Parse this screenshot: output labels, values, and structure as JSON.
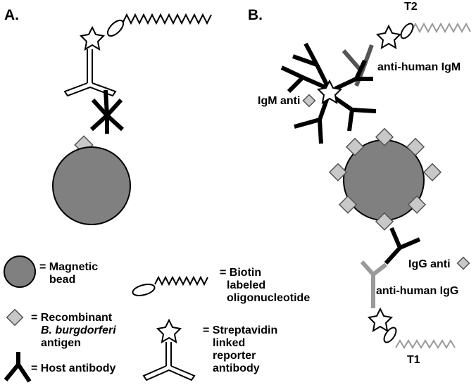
{
  "panels": {
    "a": "A.",
    "b": "B."
  },
  "labels": {
    "t2": "T2",
    "t1": "T1",
    "anti_human_igm": "anti-human IgM",
    "igm_anti": "IgM anti",
    "igg_anti": "IgG anti",
    "anti_human_igg": "anti-human IgG"
  },
  "legend": {
    "magnetic_bead": [
      "= Magnetic",
      "bead"
    ],
    "antigen": [
      "= Recombinant",
      "B. burgdorferi",
      "antigen"
    ],
    "host_antibody": "= Host antibody",
    "biotin": [
      "= Biotin",
      "labeled",
      "oligonucleotide"
    ],
    "streptavidin": [
      "= Streptavidin",
      "linked",
      "reporter",
      "antibody"
    ]
  },
  "colors": {
    "bead": "#808080",
    "antigen": "#c8c8c8",
    "host_antibody": "#000000",
    "reporter_dark": "#555555",
    "reporter_light": "#999999"
  }
}
